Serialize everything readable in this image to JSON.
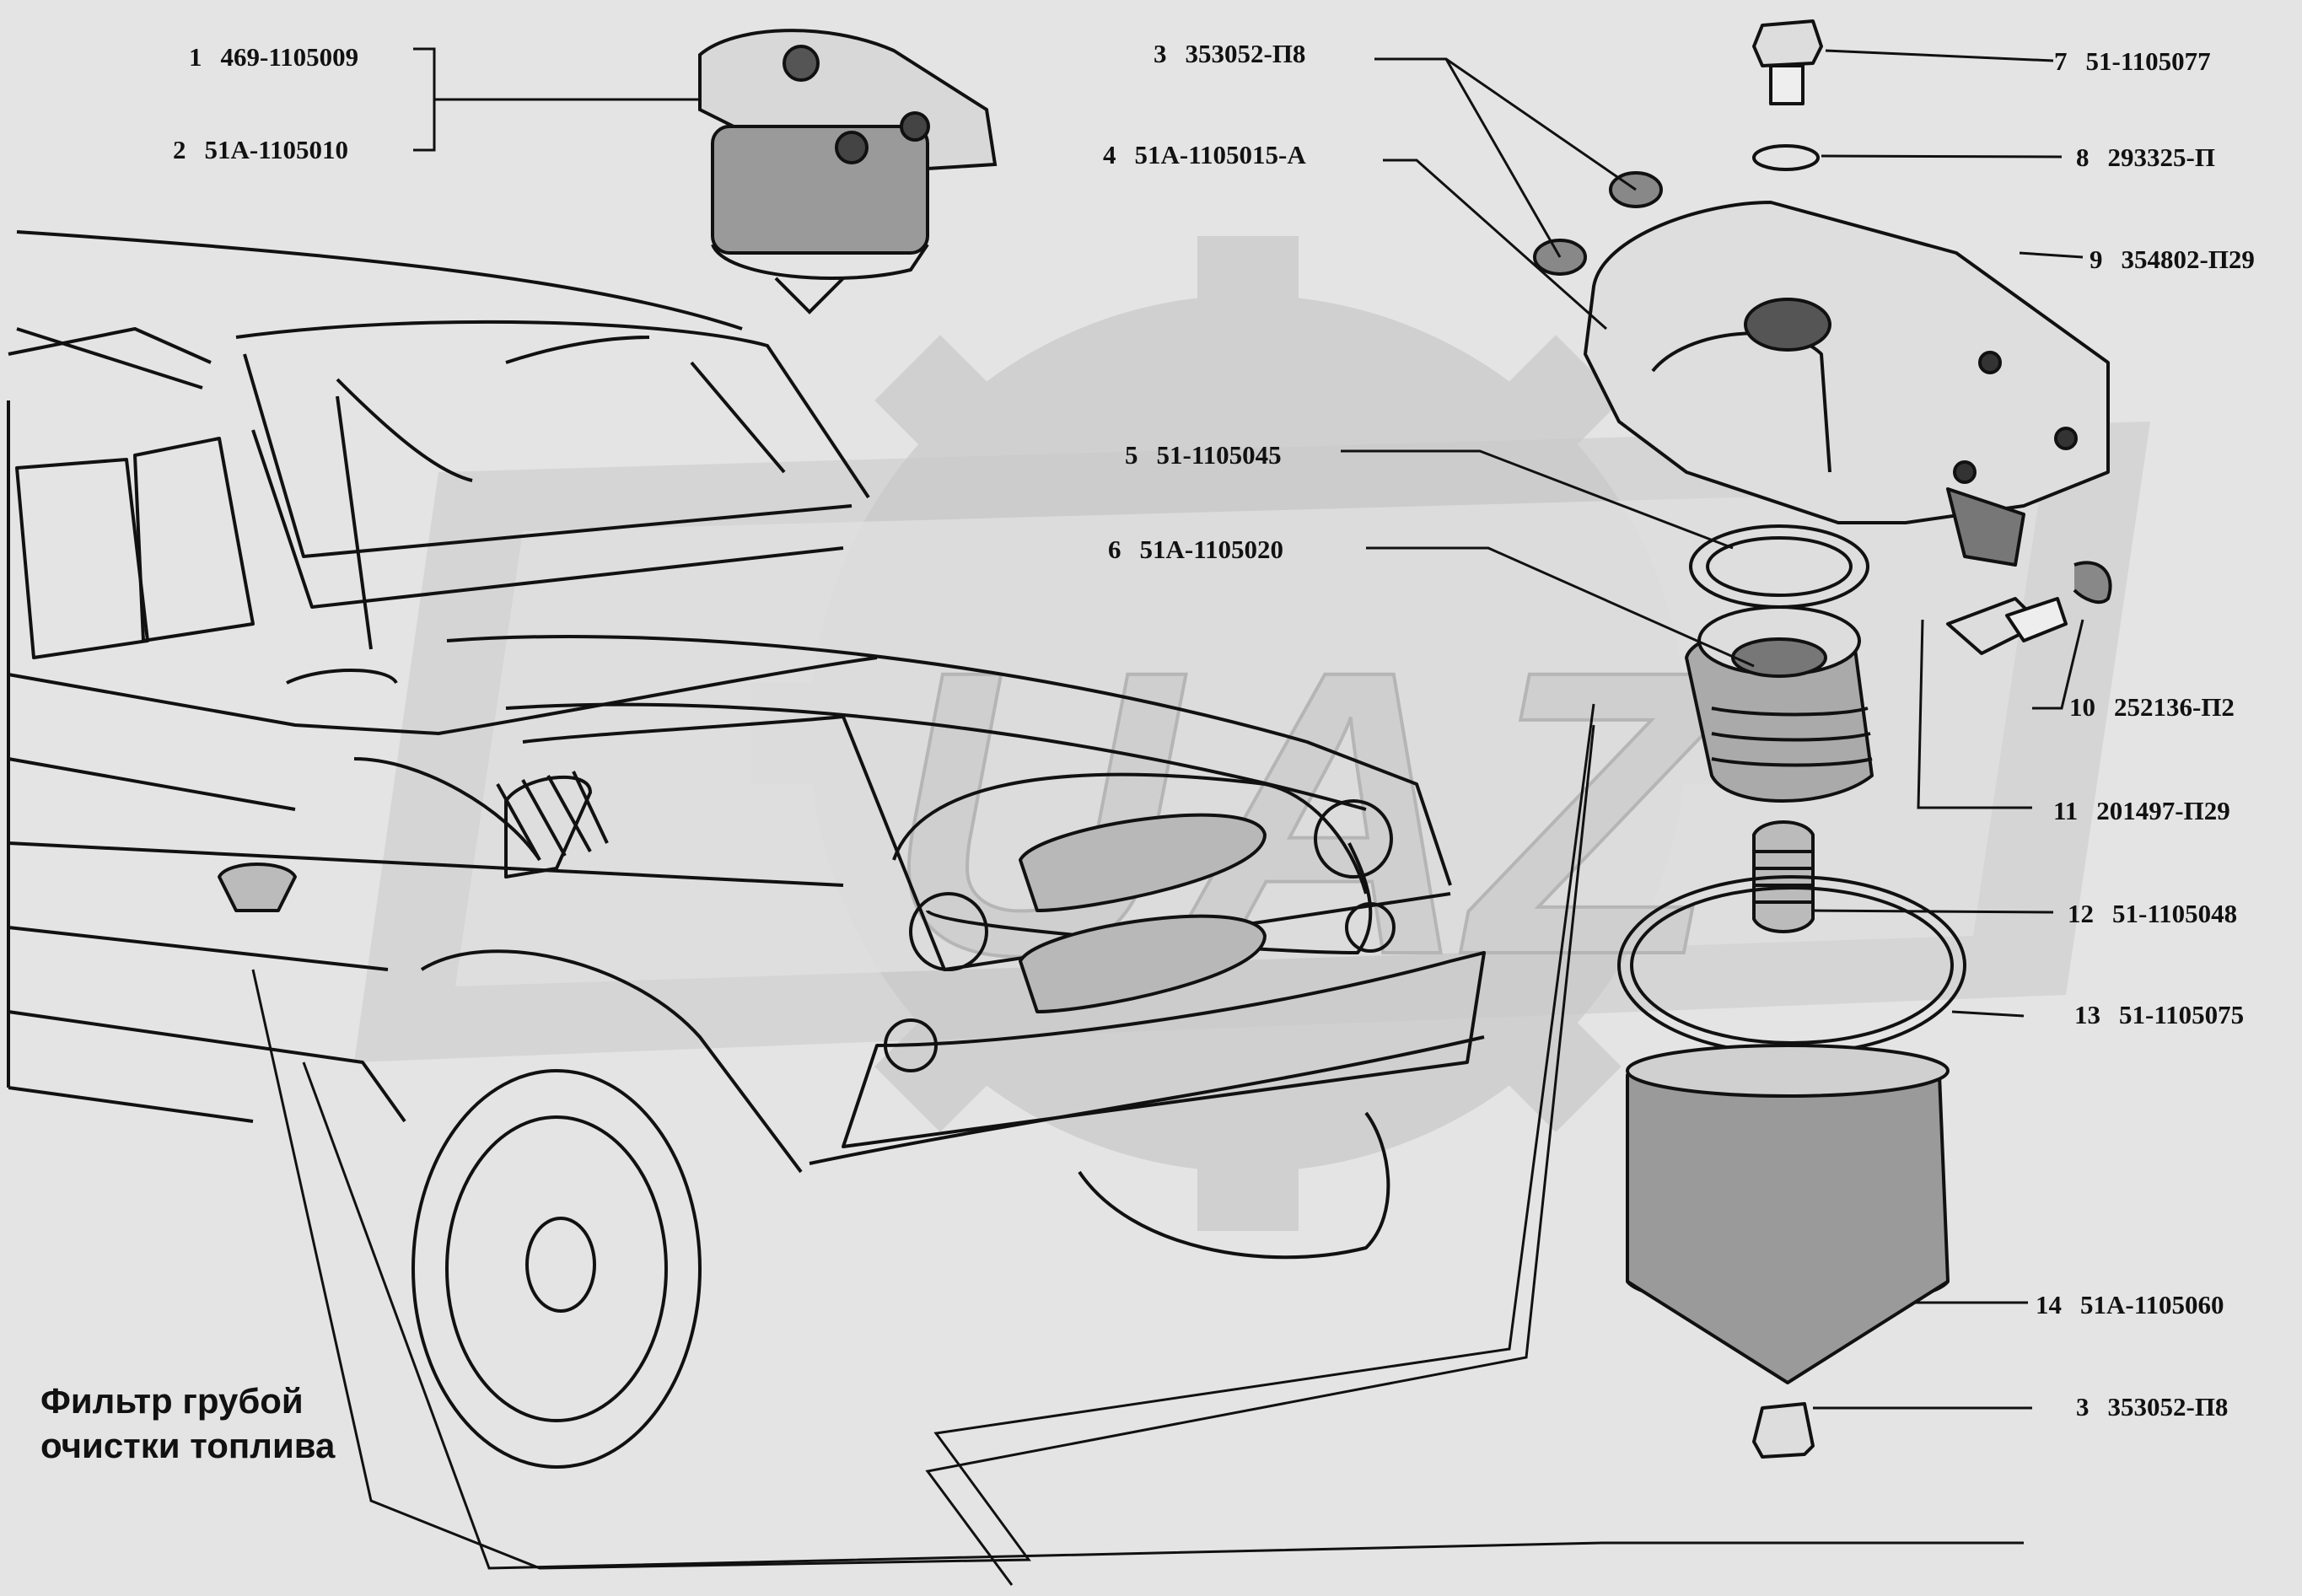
{
  "title_lines": [
    "Фильтр грубой",
    "очистки топлива"
  ],
  "watermark_letters": "UAZ",
  "callouts": [
    {
      "num": "1",
      "part": "469-1105009"
    },
    {
      "num": "2",
      "part": "51А-1105010"
    },
    {
      "num": "3",
      "part": "353052-П8"
    },
    {
      "num": "4",
      "part": "51А-1105015-А"
    },
    {
      "num": "5",
      "part": "51-1105045"
    },
    {
      "num": "6",
      "part": "51А-1105020"
    },
    {
      "num": "7",
      "part": "51-1105077"
    },
    {
      "num": "8",
      "part": "293325-П"
    },
    {
      "num": "9",
      "part": "354802-П29"
    },
    {
      "num": "10",
      "part": "252136-П2"
    },
    {
      "num": "11",
      "part": "201497-П29"
    },
    {
      "num": "12",
      "part": "51-1105048"
    },
    {
      "num": "13",
      "part": "51-1105075"
    },
    {
      "num": "14",
      "part": "51А-1105060"
    },
    {
      "num": "3",
      "part": "353052-П8"
    }
  ],
  "colors": {
    "background": "#e4e4e4",
    "watermark": "#c9c9c9",
    "ink": "#111111"
  }
}
